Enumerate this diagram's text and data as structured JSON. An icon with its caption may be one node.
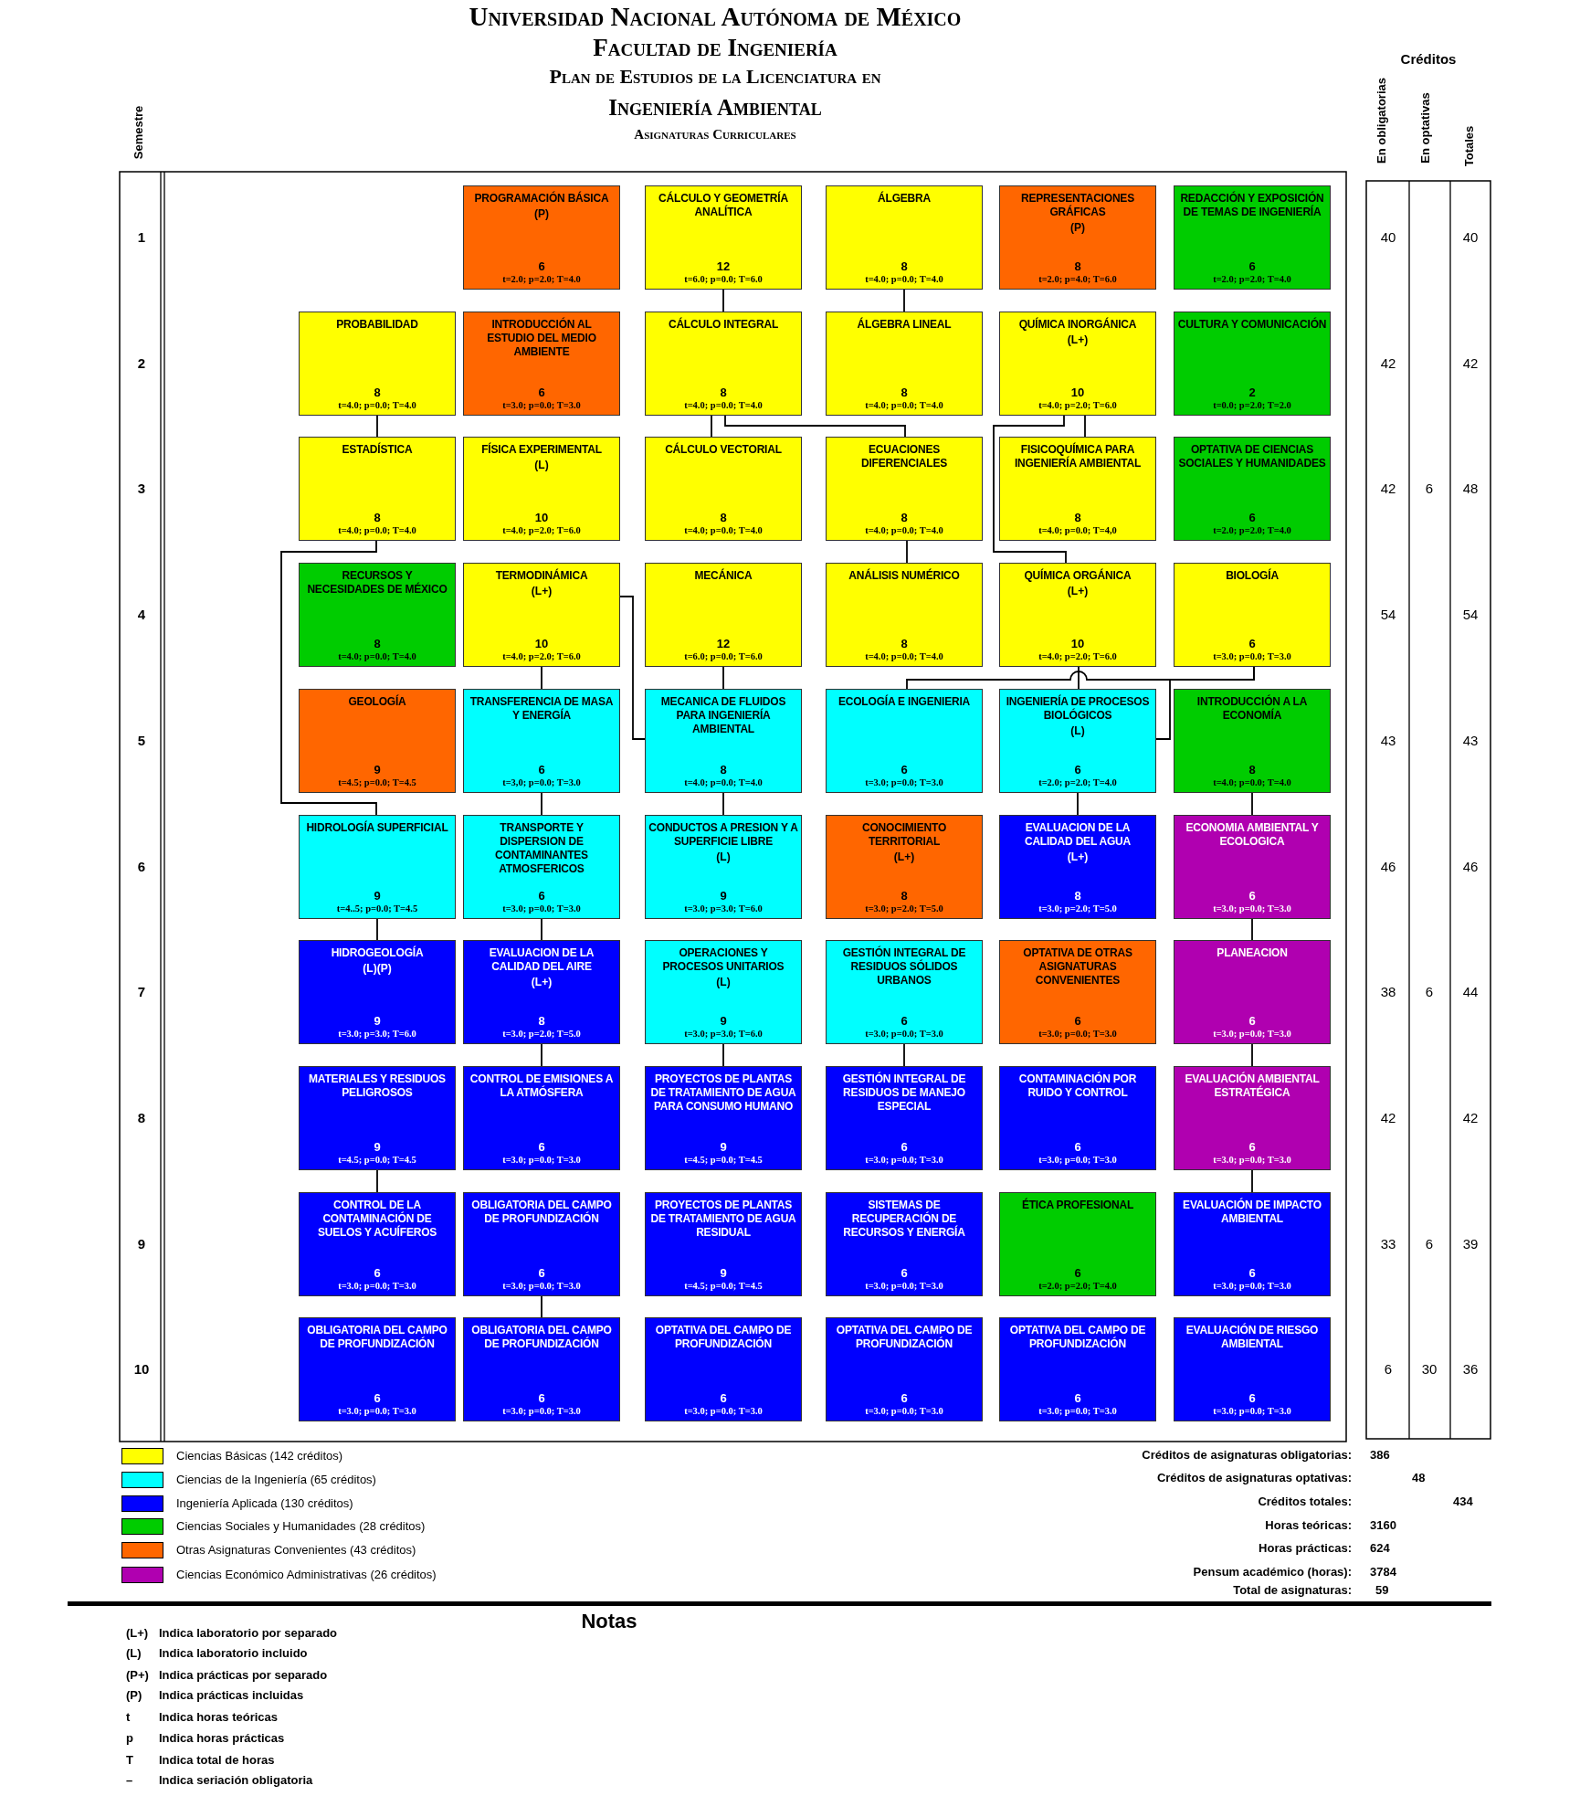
{
  "diagram": {
    "title": "Universidad Nacional Autónoma de México",
    "nodes": [
      {
        "text": [
          "PROGRAMACIÓN BÁSICA",
          "(P)",
          "6",
          "t=2.0; p=2.0; T=4.0"
        ]
      },
      {
        "text": [
          "CÁLCULO Y GEOMETRÍA ANALÍTICA",
          "12",
          "t=6.0; p=0.0; T=6.0"
        ]
      },
      {
        "text": [
          "ÁLGEBRA",
          "8",
          "t=4.0; p=0.0; T=4.0"
        ]
      },
      {
        "text": [
          "REPRESENTACIONES GRÁFICAS",
          "(P)",
          "8",
          "t=2.0; p=4.0; T=6.0"
        ]
      },
      {
        "text": [
          "REDACCIÓN Y EXPOSICIÓN DE TEMAS DE INGENIERÍA",
          "6",
          "t=2.0; p=2.0; T=4.0"
        ]
      },
      {
        "text": [
          "PROBABILIDAD",
          "8",
          "t=4.0; p=0.0; T=4.0"
        ]
      },
      {
        "text": [
          "INTRODUCCIÓN AL ESTUDIO DEL MEDIO AMBIENTE",
          "6",
          "t=3.0; p=0.0; T=3.0"
        ]
      },
      {
        "text": [
          "CÁLCULO INTEGRAL",
          "8",
          "t=4.0; p=0.0; T=4.0"
        ]
      },
      {
        "text": [
          "ÁLGEBRA LINEAL",
          "8",
          "t=4.0; p=0.0; T=4.0"
        ]
      },
      {
        "text": [
          "QUÍMICA INORGÁNICA",
          "(L+)",
          "10",
          "t=4.0; p=2.0; T=6.0"
        ]
      },
      {
        "text": [
          "CULTURA Y COMUNICACIÓN",
          "2",
          "t=0.0; p=2.0; T=2.0"
        ]
      },
      {
        "text": [
          "ESTADÍSTICA",
          "8",
          "t=4.0; p=0.0; T=4.0"
        ]
      },
      {
        "text": [
          "FÍSICA EXPERIMENTAL",
          "(L)",
          "10",
          "t=4.0; p=2.0; T=6.0"
        ]
      },
      {
        "text": [
          "CÁLCULO VECTORIAL",
          "8",
          "t=4.0; p=0.0; T=4.0"
        ]
      },
      {
        "text": [
          "ECUACIONES DIFERENCIALES",
          "8",
          "t=4.0; p=0.0; T=4.0"
        ]
      },
      {
        "text": [
          "FISICOQUÍMICA PARA INGENIERÍA AMBIENTAL",
          "8",
          "t=4.0; p=0.0; T=4,0"
        ]
      },
      {
        "text": [
          "OPTATIVA DE CIENCIAS SOCIALES Y HUMANIDADES",
          "6",
          "t=2.0; p=2.0; T=4.0"
        ]
      },
      {
        "text": [
          "RECURSOS Y NECESIDADES DE MÉXICO",
          "8",
          "t=4.0; p=0.0; T=4.0"
        ]
      },
      {
        "text": [
          "TERMODINÁMICA",
          "(L+)",
          "10",
          "t=4.0; p=2.0; T=6.0"
        ]
      },
      {
        "text": [
          "MECÁNICA",
          "12",
          "t=6.0; p=0.0; T=6.0"
        ]
      },
      {
        "text": [
          "ANÁLISIS NUMÉRICO",
          "8",
          "t=4.0; p=0.0; T=4.0"
        ]
      },
      {
        "text": [
          "QUÍMICA ORGÁNICA",
          "(L+)",
          "10",
          "t=4.0; p=2.0; T=6.0"
        ]
      },
      {
        "text": [
          "BIOLOGÍA",
          "6",
          "t=3.0; p=0.0; T=3.0"
        ]
      },
      {
        "text": [
          "GEOLOGÍA",
          "9",
          "t=4.5; p=0.0; T=4.5"
        ]
      },
      {
        "text": [
          "TRANSFERENCIA DE MASA Y ENERGÍA",
          "6",
          "t=3,0; p=0.0; T=3.0"
        ]
      },
      {
        "text": [
          "MECANICA DE FLUIDOS PARA INGENIERÍA AMBIENTAL",
          "8",
          "t=4.0; p=0.0; T=4.0"
        ]
      },
      {
        "text": [
          "ECOLOGÍA E INGENIERIA",
          "6",
          "t=3.0; p=0.0; T=3.0"
        ]
      },
      {
        "text": [
          "INGENIERÍA DE PROCESOS BIOLÓGICOS",
          "(L)",
          "6",
          "t=2.0; p=2.0; T=4.0"
        ]
      },
      {
        "text": [
          "INTRODUCCIÓN A LA ECONOMÍA",
          "8",
          "t=4.0; p=0.0; T=4.0"
        ]
      },
      {
        "text": [
          "HIDROLOGÍA SUPERFICIAL",
          "9",
          "t=4..5; p=0.0; T=4.5"
        ]
      },
      {
        "text": [
          "TRANSPORTE Y DISPERSION DE CONTAMINANTES ATMOSFERICOS",
          "6",
          "t=3.0; p=0.0; T=3.0"
        ]
      },
      {
        "text": [
          "CONDUCTOS A PRESION Y A SUPERFICIE LIBRE",
          "(L)",
          "9",
          "t=3.0; p=3.0; T=6.0"
        ]
      },
      {
        "text": [
          "CONOCIMIENTO TERRITORIAL",
          "(L+)",
          "8",
          "t=3.0; p=2.0; T=5.0"
        ]
      },
      {
        "text": [
          "EVALUACION DE LA CALIDAD DEL AGUA",
          "(L+)",
          "8",
          "t=3.0; p=2.0; T=5.0"
        ]
      },
      {
        "text": [
          "ECONOMIA AMBIENTAL Y ECOLOGICA",
          "6",
          "t=3.0; p=0.0; T=3.0"
        ]
      },
      {
        "text": [
          "HIDROGEOLOGÍA",
          "(L)(P)",
          "9",
          "t=3.0; p=3.0; T=6.0"
        ]
      },
      {
        "text": [
          "EVALUACION DE LA CALIDAD DEL AIRE",
          "(L+)",
          "8",
          "t=3.0; p=2.0; T=5.0"
        ]
      },
      {
        "text": [
          "OPERACIONES Y PROCESOS UNITARIOS",
          "(L)",
          "9",
          "t=3.0; p=3.0; T=6.0"
        ]
      },
      {
        "text": [
          "GESTIÓN INTEGRAL DE RESIDUOS SÓLIDOS URBANOS",
          "6",
          "t=3.0; p=0.0; T=3.0"
        ]
      },
      {
        "text": [
          "OPTATIVA DE OTRAS ASIGNATURAS CONVENIENTES",
          "6",
          "t=3.0; p=0.0; T=3.0"
        ]
      },
      {
        "text": [
          "PLANEACION",
          "6",
          "t=3.0; p=0.0; T=3.0"
        ]
      },
      {
        "text": [
          "MATERIALES Y RESIDUOS PELIGROSOS",
          "9",
          "t=4.5; p=0.0; T=4.5"
        ]
      },
      {
        "text": [
          "CONTROL DE EMISIONES A LA ATMÓSFERA",
          "6",
          "t=3.0; p=0.0; T=3.0"
        ]
      },
      {
        "text": [
          "PROYECTOS DE PLANTAS DE TRATAMIENTO DE AGUA PARA CONSUMO HUMANO",
          "9",
          "t=4.5; p=0.0; T=4.5"
        ]
      },
      {
        "text": [
          "GESTIÓN INTEGRAL DE RESIDUOS DE MANEJO ESPECIAL",
          "6",
          "t=3.0; p=0.0; T=3.0"
        ]
      },
      {
        "text": [
          "CONTAMINACIÓN POR RUIDO Y CONTROL",
          "6",
          "t=3.0; p=0.0; T=3.0"
        ]
      },
      {
        "text": [
          "EVALUACIÓN AMBIENTAL ESTRATÉGICA",
          "6",
          "t=3.0; p=0.0; T=3.0"
        ]
      },
      {
        "text": [
          "CONTROL DE LA CONTAMINACIÓN DE SUELOS Y ACUÍFEROS",
          "6",
          "t=3.0; p=0.0; T=3.0"
        ]
      },
      {
        "text": [
          "OBLIGATORIA DEL CAMPO DE PROFUNDIZACIÓN",
          "6",
          "t=3.0; p=0.0; T=3.0"
        ]
      },
      {
        "text": [
          "PROYECTOS DE PLANTAS DE TRATAMIENTO DE AGUA RESIDUAL",
          "9",
          "t=4.5; p=0.0; T=4.5"
        ]
      },
      {
        "text": [
          "SISTEMAS DE RECUPERACIÓN DE RECURSOS Y ENERGÍA",
          "6",
          "t=3.0; p=0.0; T=3.0"
        ]
      },
      {
        "text": [
          "ÉTICA PROFESIONAL",
          "6",
          "t=2.0; p=2.0; T=4.0"
        ]
      },
      {
        "text": [
          "EVALUACIÓN DE IMPACTO AMBIENTAL",
          "6",
          "t=3.0; p=0.0; T=3.0"
        ]
      },
      {
        "text": [
          "OBLIGATORIA DEL CAMPO DE PROFUNDIZACIÓN",
          "6",
          "t=3.0; p=0.0; T=3.0"
        ]
      },
      {
        "text": [
          "OBLIGATORIA DEL CAMPO DE PROFUNDIZACIÓN",
          "6",
          "t=3.0; p=0.0; T=3.0"
        ]
      },
      {
        "text": [
          "OPTATIVA DEL CAMPO DE PROFUNDIZACIÓN",
          "6",
          "t=3.0; p=0.0; T=3.0"
        ]
      },
      {
        "text": [
          "OPTATIVA DEL CAMPO DE PROFUNDIZACIÓN",
          "6",
          "t=3.0; p=0.0; T=3.0"
        ]
      },
      {
        "text": [
          "OPTATIVA DEL CAMPO DE PROFUNDIZACIÓN",
          "6",
          "t=3.0; p=0.0; T=3.0"
        ]
      },
      {
        "text": [
          "EVALUACIÓN DE RIESGO AMBIENTAL",
          "6",
          "t=3.0; p=0.0; T=3.0"
        ]
      }
    ],
    "edges": [
      {
        "from": 1,
        "to": 7,
        "arrow": "none"
      },
      {
        "from": 2,
        "to": 8,
        "arrow": "none"
      },
      {
        "from": 5,
        "to": 11,
        "arrow": "none"
      },
      {
        "from": 7,
        "to": 13,
        "arrow": "none"
      },
      {
        "from": 7,
        "to": 14,
        "arrow": "none"
      },
      {
        "from": 9,
        "to": 15,
        "arrow": "none"
      },
      {
        "from": 9,
        "to": 21,
        "arrow": "none"
      },
      {
        "from": 14,
        "to": 20,
        "arrow": "none"
      },
      {
        "from": 11,
        "to": 29,
        "arrow": "none"
      },
      {
        "from": 18,
        "to": 24,
        "arrow": "none"
      },
      {
        "from": 18,
        "to": 25,
        "arrow": "none"
      },
      {
        "from": 19,
        "to": 25,
        "arrow": "none"
      },
      {
        "from": 21,
        "to": 27,
        "arrow": "none"
      },
      {
        "from": 22,
        "to": 26,
        "arrow": "none"
      },
      {
        "from": 22,
        "to": 27,
        "arrow": "none"
      },
      {
        "from": 24,
        "to": 30,
        "arrow": "none"
      },
      {
        "from": 25,
        "to": 31,
        "arrow": "none"
      },
      {
        "from": 27,
        "to": 33,
        "arrow": "none"
      },
      {
        "from": 28,
        "to": 34,
        "arrow": "none"
      },
      {
        "from": 29,
        "to": 35,
        "arrow": "none"
      },
      {
        "from": 30,
        "to": 36,
        "arrow": "none"
      },
      {
        "from": 34,
        "to": 40,
        "arrow": "none"
      },
      {
        "from": 36,
        "to": 42,
        "arrow": "none"
      },
      {
        "from": 37,
        "to": 43,
        "arrow": "none"
      },
      {
        "from": 38,
        "to": 44,
        "arrow": "none"
      },
      {
        "from": 40,
        "to": 46,
        "arrow": "none"
      },
      {
        "from": 41,
        "to": 47,
        "arrow": "none"
      },
      {
        "from": 46,
        "to": 52,
        "arrow": "none"
      },
      {
        "from": 48,
        "to": 54,
        "arrow": "none"
      }
    ],
    "labels": [
      "Facultad de Ingeniería",
      "Plan de Estudios de la Licenciatura en",
      "Ingeniería Ambiental",
      "Asignaturas Curriculares",
      "Semestre",
      "Créditos",
      "En obligatorias",
      "En optativas",
      "Totales",
      "1",
      "40",
      "40",
      "2",
      "42",
      "42",
      "3",
      "42",
      "6",
      "48",
      "4",
      "54",
      "54",
      "5",
      "43",
      "43",
      "6",
      "46",
      "46",
      "7",
      "38",
      "6",
      "44",
      "8",
      "42",
      "42",
      "9",
      "33",
      "6",
      "39",
      "10",
      "6",
      "30",
      "36",
      "Créditos de asignaturas obligatorias:",
      "386",
      "Créditos de asignaturas optativas:",
      "48",
      "Créditos totales:",
      "434",
      "Horas teóricas:",
      "3160",
      "Horas prácticas:",
      "624",
      "Pensum académico (horas):",
      "3784",
      "Total de asignaturas:",
      "59",
      "Notas",
      "(L+)",
      "Indica laboratorio por separado",
      "(L)",
      "Indica laboratorio incluido",
      "(P+)",
      "Indica prácticas por separado",
      "(P)",
      "Indica prácticas incluidas",
      "t",
      "Indica horas teóricas",
      "p",
      "Indica horas prácticas",
      "T",
      "Indica total de horas",
      "–",
      "Indica seriación obligatoria"
    ],
    "legend": [
      {
        "text": "Ciencias Básicas (142 créditos)",
        "color": "#ffff00"
      },
      {
        "text": "Ciencias de la Ingeniería (65 créditos)",
        "color": "#00ffff"
      },
      {
        "text": "Ingeniería Aplicada (130 créditos)",
        "color": "#0000ff"
      },
      {
        "text": "Ciencias Sociales y Humanidades (28 créditos)",
        "color": "#00cc00"
      },
      {
        "text": "Otras Asignaturas Convenientes (43 créditos)",
        "color": "#ff6600"
      },
      {
        "text": "Ciencias Económico Administrativas (26 créditos)",
        "color": "#b000b0"
      }
    ]
  }
}
